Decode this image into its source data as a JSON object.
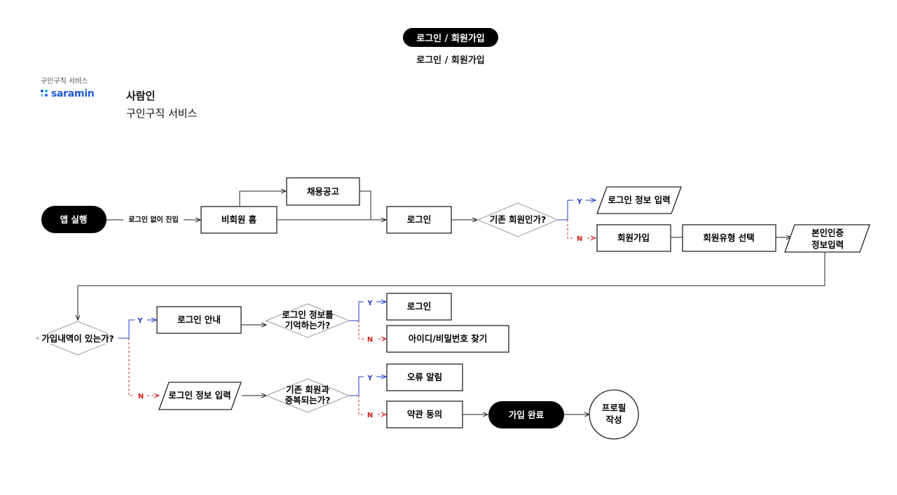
{
  "header": {
    "pill_title": "로그인 / 회원가입",
    "subtitle": "로그인 / 회원가입"
  },
  "brand": {
    "small_label": "구인구직 서비스",
    "logo_text": "saramin",
    "logo_colors": [
      "#1e5ad6",
      "#22b5c8",
      "#7fd0e0",
      "#1e5ad6"
    ],
    "company_name": "사람인",
    "company_desc": "구인구직 서비스"
  },
  "colors": {
    "yes": "#1e3fcc",
    "no": "#cc1f1f",
    "line": "#222222",
    "diamond": "#9a9a9a"
  },
  "flow": {
    "app_start": "앱 실행",
    "edge_no_login": "로그인 없이 진입",
    "guest_home": "비회원 홈",
    "job_postings": "채용공고",
    "login": "로그인",
    "is_existing_member": "기존 회원인가?",
    "login_info_input_top": "로그인 정보 입력",
    "signup": "회원가입",
    "member_type_select": "회원유형 선택",
    "identity_verification": [
      "본인인증",
      "정보입력"
    ],
    "has_signup_history": "가입내역이 있는가?",
    "login_guide": "로그인 안내",
    "remembers_login_info": [
      "로그인 정보를",
      "기억하는가?"
    ],
    "login_result": "로그인",
    "find_id_password": "아이디/비밀번호 찾기",
    "login_info_input_bottom": "로그인 정보 입력",
    "duplicate_member": [
      "기존 회원과",
      "중복되는가?"
    ],
    "error_alert": "오류 알림",
    "terms_agree": "약관 동의",
    "signup_complete": "가입 완료",
    "profile_write": [
      "프로필",
      "작성"
    ],
    "yes_label": "Y",
    "no_label": "N"
  }
}
